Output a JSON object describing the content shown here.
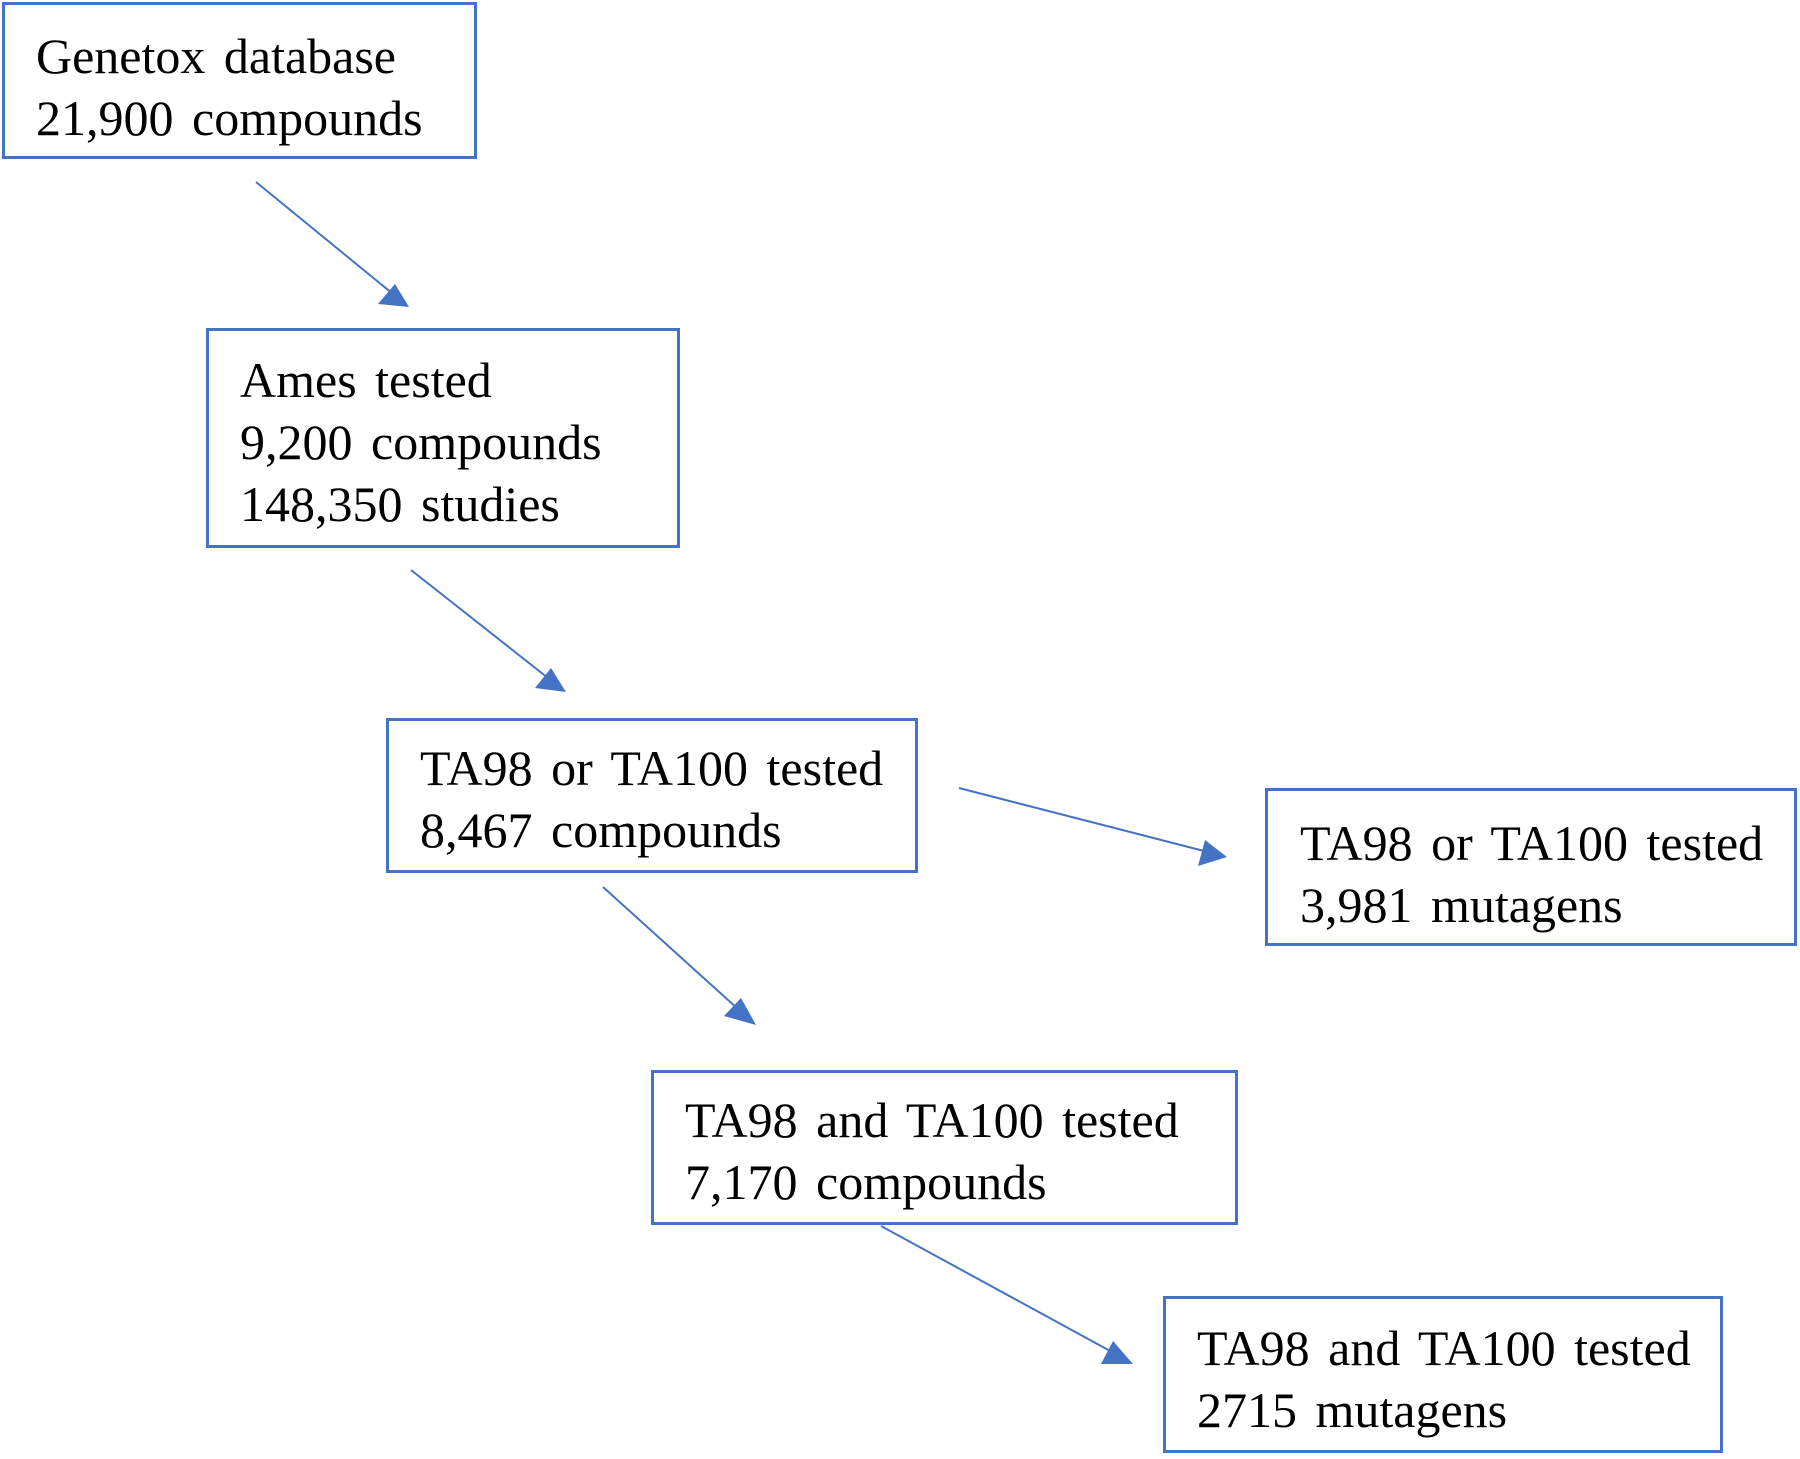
{
  "colors": {
    "box_border": "#4472C4",
    "arrow": "#4472C4",
    "text": "#000000"
  },
  "boxes": {
    "genetox": {
      "line1": "Genetox database",
      "line2": "21,900 compounds"
    },
    "ames": {
      "line1": "Ames tested",
      "line2": "9,200 compounds",
      "line3": "148,350 studies"
    },
    "ta_or_compounds": {
      "line1": "TA98 or TA100 tested",
      "line2": "8,467 compounds"
    },
    "ta_or_mutagens": {
      "line1": "TA98 or TA100 tested",
      "line2": "3,981 mutagens"
    },
    "ta_and_compounds": {
      "line1": "TA98 and TA100 tested",
      "line2": "7,170 compounds"
    },
    "ta_and_mutagens": {
      "line1": "TA98 and TA100 tested",
      "line2": "2715 mutagens"
    }
  },
  "connections": [
    {
      "from": "genetox",
      "to": "ames"
    },
    {
      "from": "ames",
      "to": "ta_or_compounds"
    },
    {
      "from": "ta_or_compounds",
      "to": "ta_or_mutagens"
    },
    {
      "from": "ta_or_compounds",
      "to": "ta_and_compounds"
    },
    {
      "from": "ta_and_compounds",
      "to": "ta_and_mutagens"
    }
  ]
}
